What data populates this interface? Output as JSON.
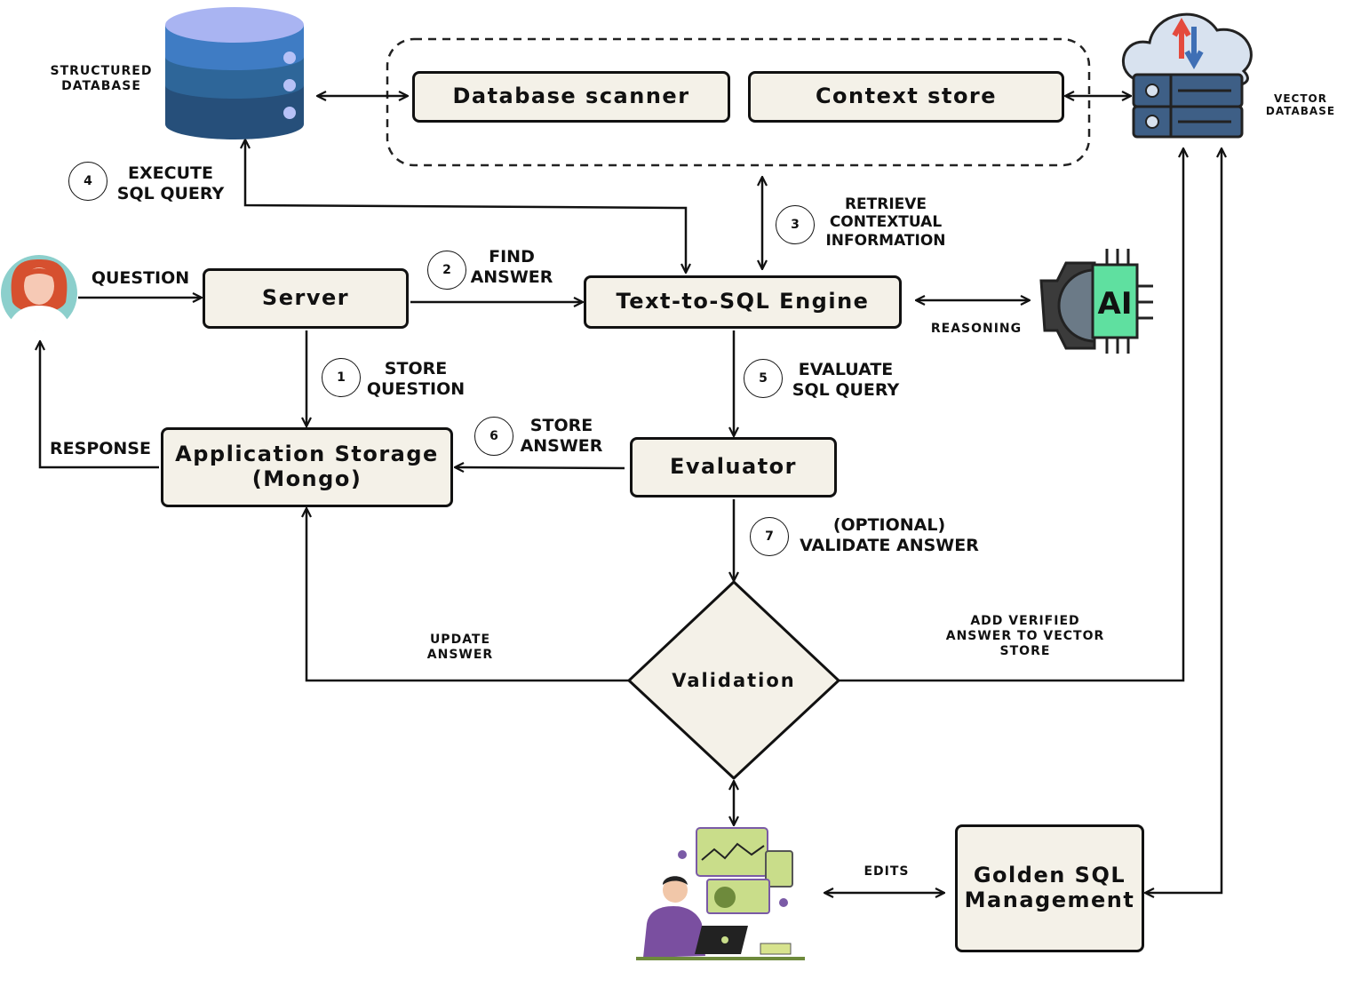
{
  "nodes": {
    "database_scanner": "Database scanner",
    "context_store": "Context store",
    "server": "Server",
    "engine": "Text-to-SQL Engine",
    "evaluator": "Evaluator",
    "app_storage_line1": "Application Storage",
    "app_storage_line2": "(Mongo)",
    "validation": "Validation",
    "golden_line1": "Golden SQL",
    "golden_line2": "Management"
  },
  "icons": {
    "structured_db": "STRUCTURED\nDATABASE",
    "vector_db": "VECTOR\nDATABASE",
    "ai_chip": "AI"
  },
  "steps": {
    "s1": {
      "num": "1",
      "label": "STORE\nQUESTION"
    },
    "s2": {
      "num": "2",
      "label": "FIND\nANSWER"
    },
    "s3": {
      "num": "3",
      "label": "RETRIEVE\nCONTEXTUAL\nINFORMATION"
    },
    "s4": {
      "num": "4",
      "label": "EXECUTE\nSQL QUERY"
    },
    "s5": {
      "num": "5",
      "label": "EVALUATE\nSQL QUERY"
    },
    "s6": {
      "num": "6",
      "label": "STORE\nANSWER"
    },
    "s7": {
      "num": "7",
      "label": "(OPTIONAL)\nVALIDATE ANSWER"
    }
  },
  "edges": {
    "question": "QUESTION",
    "response": "RESPONSE",
    "reasoning": "REASONING",
    "update_answer": "UPDATE\nANSWER",
    "add_verified": "ADD VERIFIED\nANSWER TO VECTOR\nSTORE",
    "edits": "EDITS"
  },
  "colors": {
    "box_fill": "#f4f1e8",
    "db_top": "#a9b4f2",
    "db_mid": "#3f7cc4",
    "db_bottom": "#264f7a",
    "ai_green": "#5fe0a0",
    "server_blue": "#3e5f86",
    "avatar_teal": "#8ccfcc",
    "hair_red": "#d6502f"
  }
}
